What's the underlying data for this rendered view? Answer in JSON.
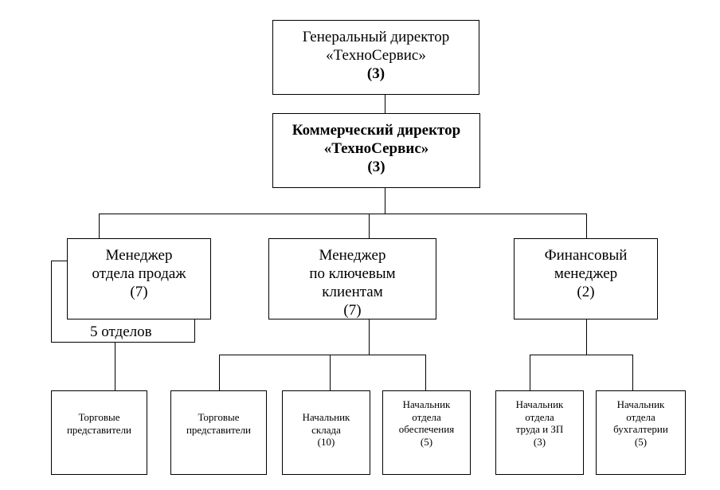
{
  "general_director": {
    "line1": "Генеральный директор",
    "line2": "«ТехноСервис»",
    "count": "(3)"
  },
  "commercial_director": {
    "line1": "Коммерческий директор",
    "line2": "«ТехноСервис»",
    "count": "(3)"
  },
  "sales_manager": {
    "line1": "Менеджер",
    "line2": "отдела продаж",
    "count": "(7)",
    "departments_label": "5 отделов"
  },
  "key_accounts_manager": {
    "line1": "Менеджер",
    "line2": "по ключевым",
    "line3": "клиентам",
    "count": "(7)"
  },
  "finance_manager": {
    "line1": "Финансовый",
    "line2": "менеджер",
    "count": "(2)"
  },
  "leaf_sales_reps": {
    "line1": "Торговые",
    "line2": "представители"
  },
  "leaf_key_sales_reps": {
    "line1": "Торговые",
    "line2": "представители"
  },
  "leaf_warehouse_head": {
    "line1": "Начальник",
    "line2": "склада",
    "count": "(10)"
  },
  "leaf_supply_head": {
    "line1": "Начальник",
    "line2": "отдела",
    "line3": "обеспечения",
    "count": "(5)"
  },
  "leaf_labor_head": {
    "line1": "Начальник",
    "line2": "отдела",
    "line3": "труда и ЗП",
    "count": "(3)"
  },
  "leaf_accounting_head": {
    "line1": "Начальник",
    "line2": "отдела",
    "line3": "бухгалтерии",
    "count": "(5)"
  }
}
